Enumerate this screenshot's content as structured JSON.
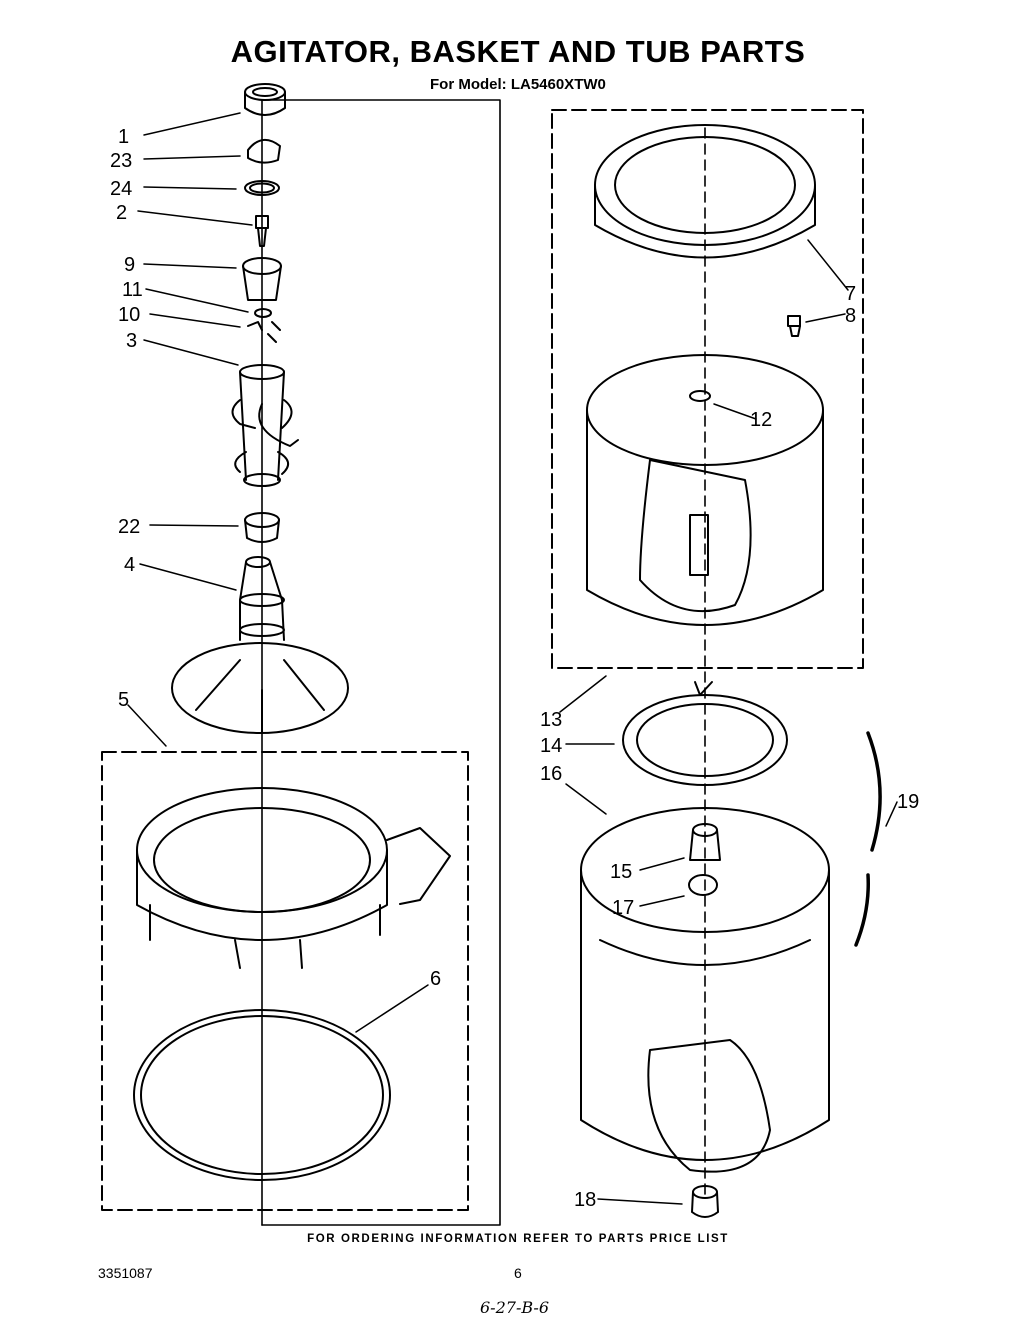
{
  "header": {
    "title": "AGITATOR, BASKET AND TUB PARTS",
    "subtitle": "For Model: LA5460XTW0"
  },
  "footer": {
    "ordering_note": "FOR ORDERING INFORMATION REFER TO PARTS PRICE LIST",
    "document_number": "3351087",
    "page_number": "6",
    "handwritten_note": "6-27-B-6"
  },
  "callouts": [
    {
      "id": "1"
    },
    {
      "id": "23"
    },
    {
      "id": "24"
    },
    {
      "id": "2"
    },
    {
      "id": "9"
    },
    {
      "id": "11"
    },
    {
      "id": "10"
    },
    {
      "id": "3"
    },
    {
      "id": "22"
    },
    {
      "id": "4"
    },
    {
      "id": "5"
    },
    {
      "id": "6"
    },
    {
      "id": "7"
    },
    {
      "id": "8"
    },
    {
      "id": "12"
    },
    {
      "id": "13"
    },
    {
      "id": "14"
    },
    {
      "id": "16"
    },
    {
      "id": "15"
    },
    {
      "id": "17"
    },
    {
      "id": "19"
    },
    {
      "id": "18"
    }
  ]
}
